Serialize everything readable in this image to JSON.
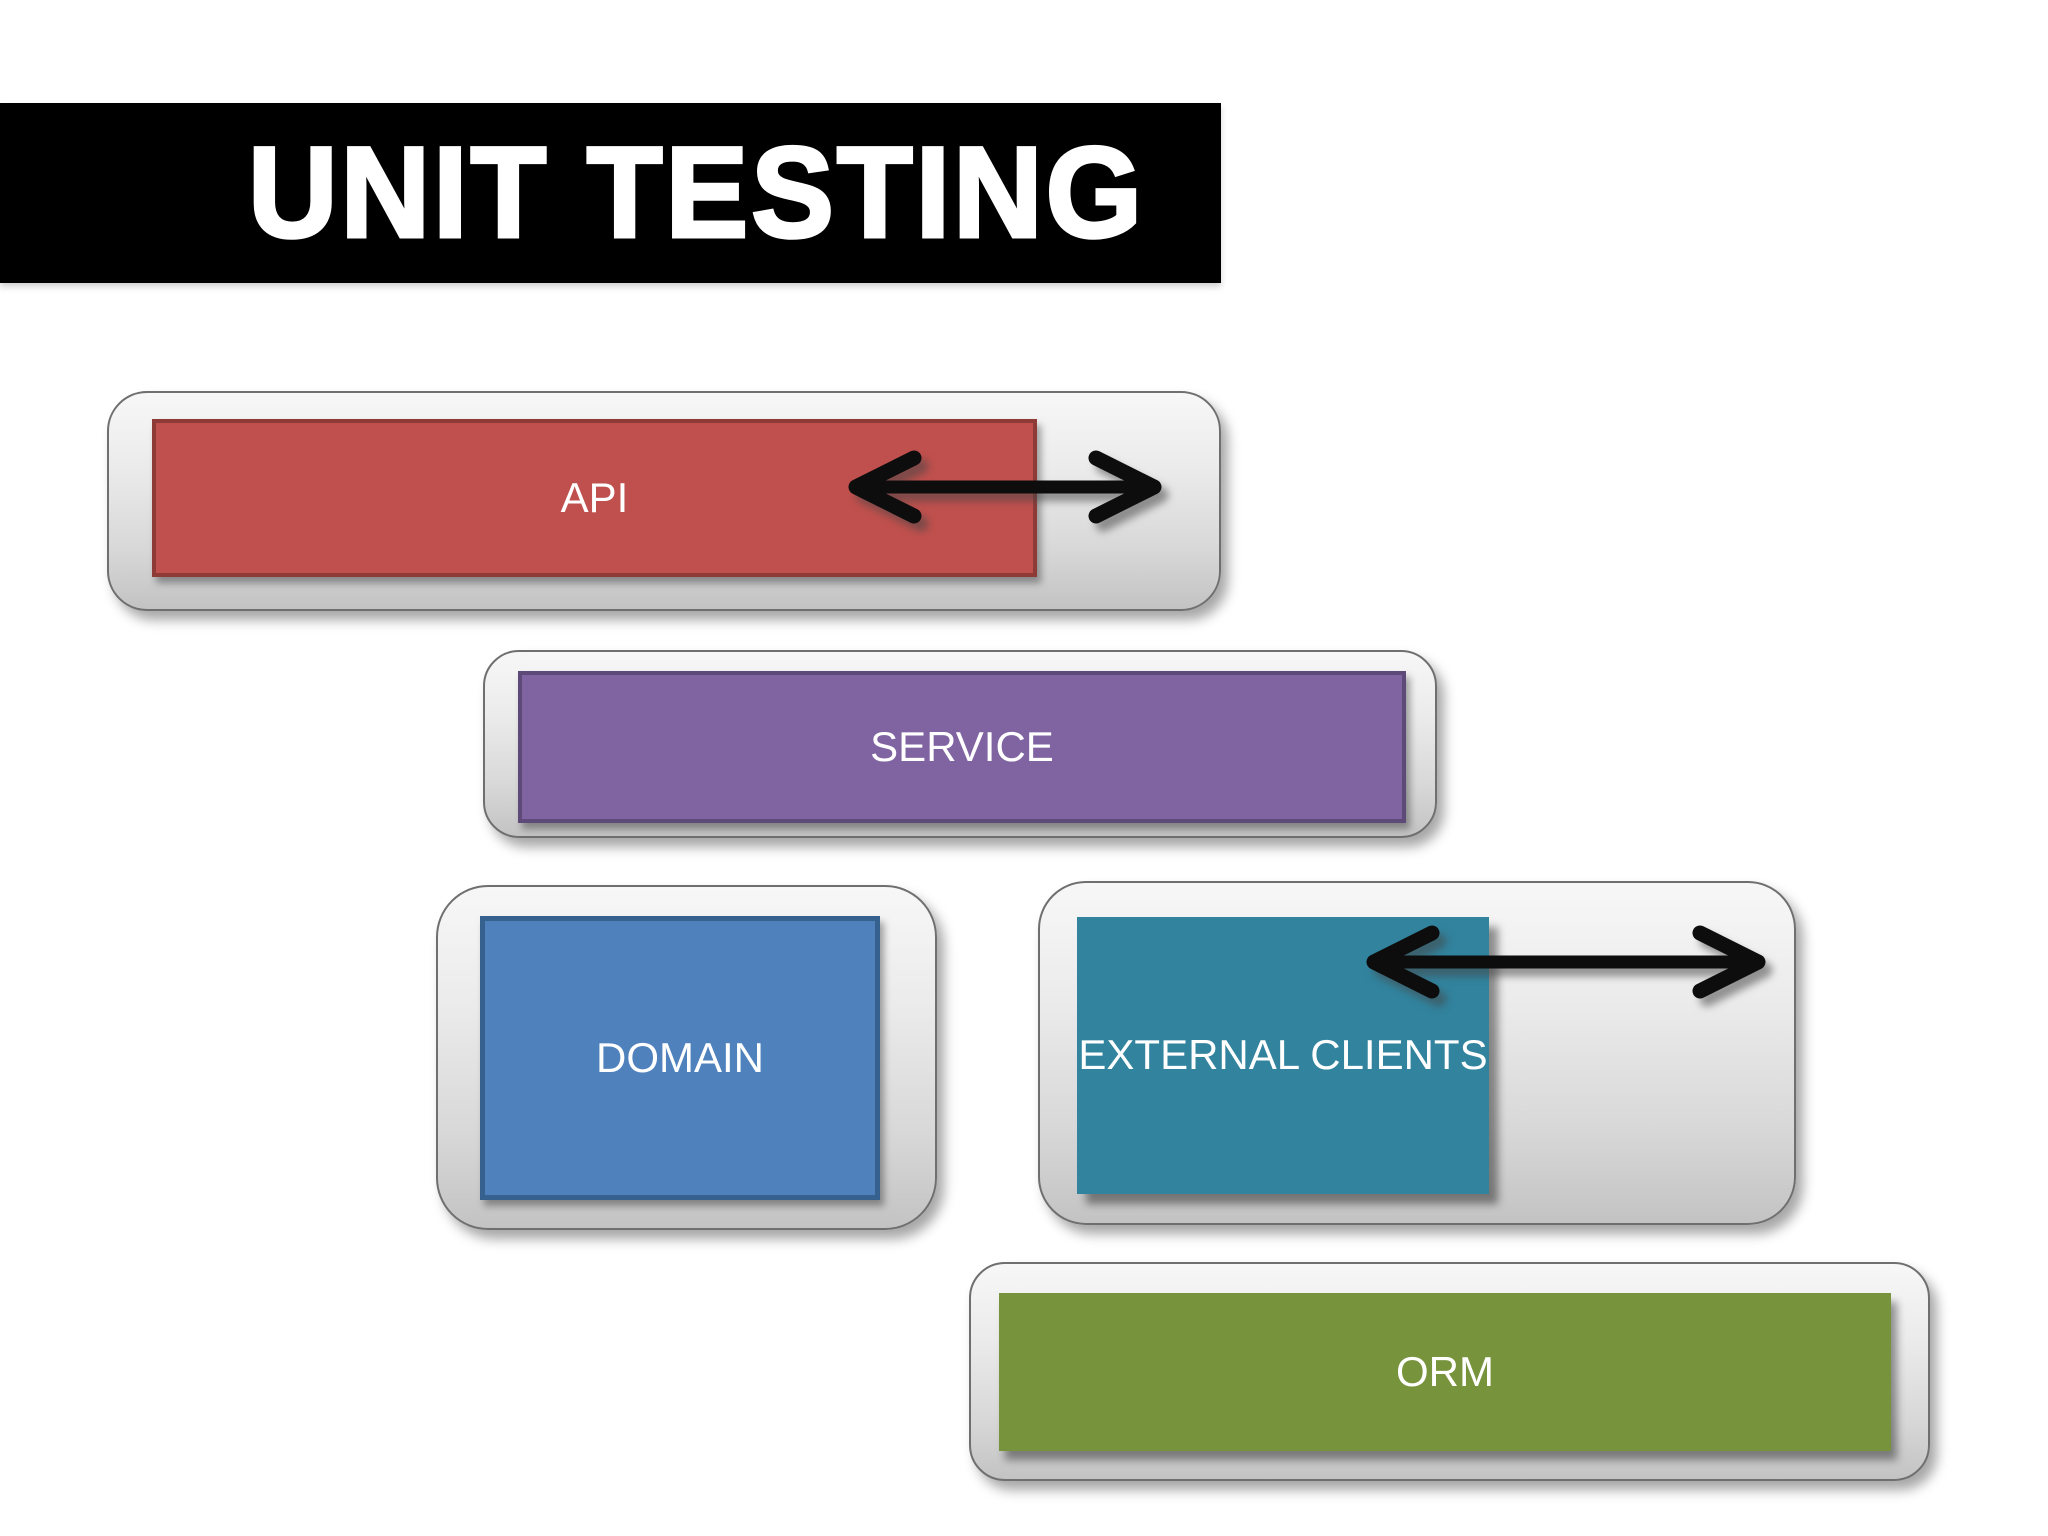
{
  "slide_title": "UNIT TESTING",
  "layers": {
    "api": {
      "label": "API"
    },
    "service": {
      "label": "SERVICE"
    },
    "domain": {
      "label": "DOMAIN"
    },
    "external_clients": {
      "label": "EXTERNAL CLIENTS"
    },
    "orm": {
      "label": "ORM"
    }
  },
  "icons": {
    "api_arrow": "double-headed-arrow-icon",
    "external_clients_arrow": "double-headed-arrow-icon"
  },
  "colors": {
    "background": "#ffffff",
    "banner_bg": "#000000",
    "banner_text": "#ffffff",
    "label_text": "#ffffff",
    "arrow": "#0d0d0d",
    "api_fill": "#c0504d",
    "api_border": "#8e3b38",
    "service_fill": "#8064a2",
    "service_border": "#5d4a78",
    "domain_fill": "#4f81bd",
    "domain_border": "#36618e",
    "external_clients_fill": "#31839e",
    "orm_fill": "#77933c"
  }
}
